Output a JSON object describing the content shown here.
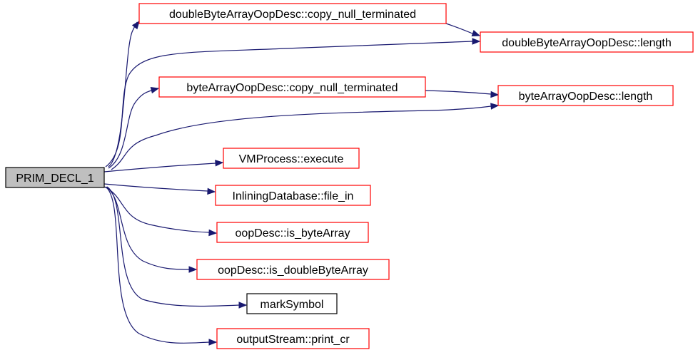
{
  "diagram": {
    "type": "call-graph",
    "source": {
      "id": "src",
      "label": "PRIM_DECL_1",
      "fill": "#bfbfbf",
      "border": "#000000"
    },
    "nodes": [
      {
        "id": "n1",
        "label": "doubleByteArrayOopDesc::copy_null_terminated",
        "border": "#ff0000"
      },
      {
        "id": "n2",
        "label": "doubleByteArrayOopDesc::length",
        "border": "#ff0000"
      },
      {
        "id": "n3",
        "label": "byteArrayOopDesc::copy_null_terminated",
        "border": "#ff0000"
      },
      {
        "id": "n4",
        "label": "byteArrayOopDesc::length",
        "border": "#ff0000"
      },
      {
        "id": "n5",
        "label": "VMProcess::execute",
        "border": "#ff0000"
      },
      {
        "id": "n6",
        "label": "InliningDatabase::file_in",
        "border": "#ff0000"
      },
      {
        "id": "n7",
        "label": "oopDesc::is_byteArray",
        "border": "#ff0000"
      },
      {
        "id": "n8",
        "label": "oopDesc::is_doubleByteArray",
        "border": "#ff0000"
      },
      {
        "id": "n9",
        "label": "markSymbol",
        "border": "#000000"
      },
      {
        "id": "n10",
        "label": "outputStream::print_cr",
        "border": "#ff0000"
      }
    ],
    "edges": [
      {
        "from": "src",
        "to": "n1"
      },
      {
        "from": "src",
        "to": "n2"
      },
      {
        "from": "src",
        "to": "n3"
      },
      {
        "from": "src",
        "to": "n4"
      },
      {
        "from": "src",
        "to": "n5"
      },
      {
        "from": "src",
        "to": "n6"
      },
      {
        "from": "src",
        "to": "n7"
      },
      {
        "from": "src",
        "to": "n8"
      },
      {
        "from": "src",
        "to": "n9"
      },
      {
        "from": "src",
        "to": "n10"
      },
      {
        "from": "n1",
        "to": "n2"
      },
      {
        "from": "n3",
        "to": "n4"
      }
    ],
    "edge_color": "#191970"
  }
}
